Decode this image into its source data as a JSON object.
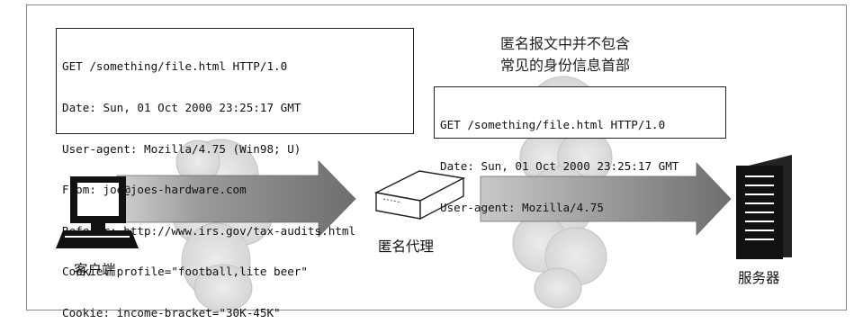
{
  "client_request": {
    "lines": [
      "GET /something/file.html HTTP/1.0",
      "Date: Sun, 01 Oct 2000 23:25:17 GMT",
      "User-agent: Mozilla/4.75 (Win98; U)",
      "From: joe@joes-hardware.com",
      "Referer: http://www.irs.gov/tax-audits.html",
      "Cookie: profile=\"football,lite beer\"",
      "Cookie: income-bracket=\"30K-45K\""
    ]
  },
  "anonymized_request": {
    "lines": [
      "GET /something/file.html HTTP/1.0",
      "Date: Sun, 01 Oct 2000 23:25:17 GMT",
      "User-agent: Mozilla/4.75"
    ]
  },
  "note": {
    "line1": "匿名报文中并不包含",
    "line2": "常见的身份信息首部"
  },
  "labels": {
    "client": "客户端",
    "proxy": "匿名代理",
    "server": "服务器"
  },
  "colors": {
    "arrow": "#7d7d7d",
    "cloud": "#dcdcdc",
    "box_border": "#222222"
  }
}
